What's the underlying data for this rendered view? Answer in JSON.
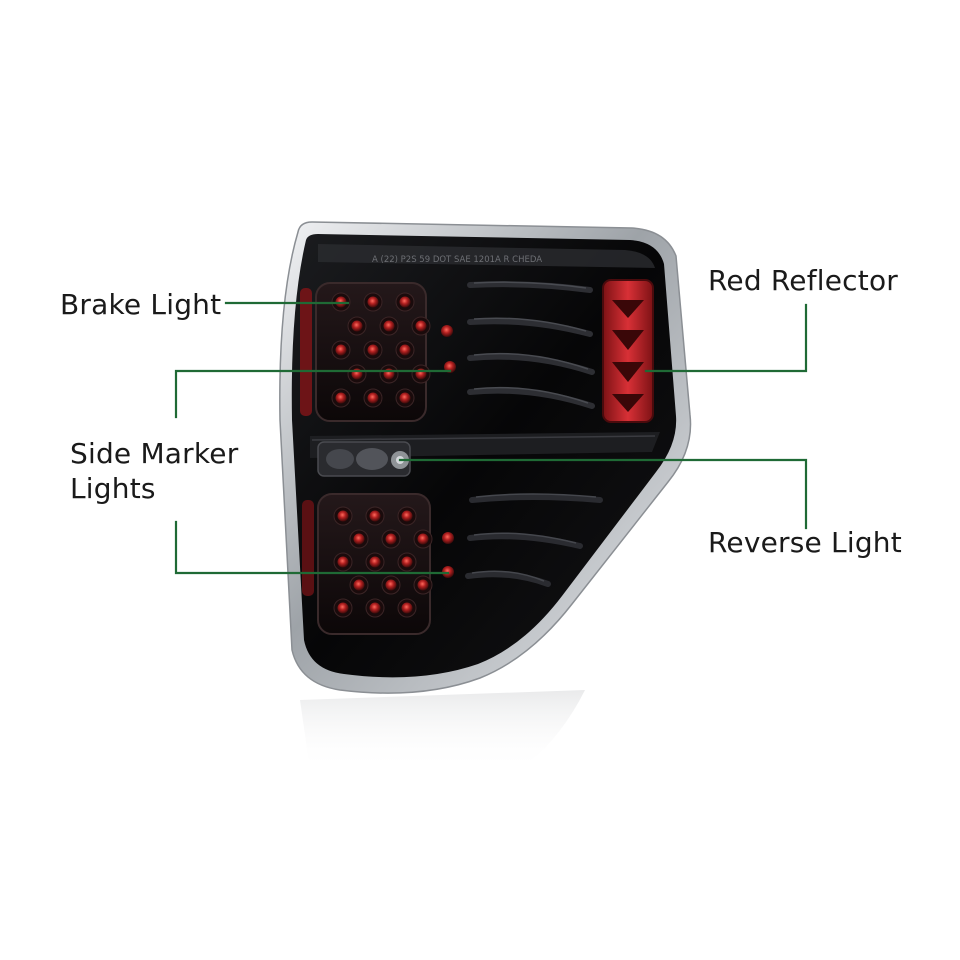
{
  "callouts": {
    "brake_light": "Brake Light",
    "side_marker_line1": "Side Marker",
    "side_marker_line2": "Lights",
    "red_reflector": "Red Reflector",
    "reverse_light": "Reverse Light"
  },
  "lens_markings": "A (22) P2S  59  DOT  SAE  1201A  R  CHEDA",
  "colors": {
    "leader_line": "#1f6a35",
    "housing": "#0b0b0c",
    "chrome_trim": "#c9ccd0",
    "led_red": "#8e1a1a",
    "reflector_red": "#c0262a"
  }
}
